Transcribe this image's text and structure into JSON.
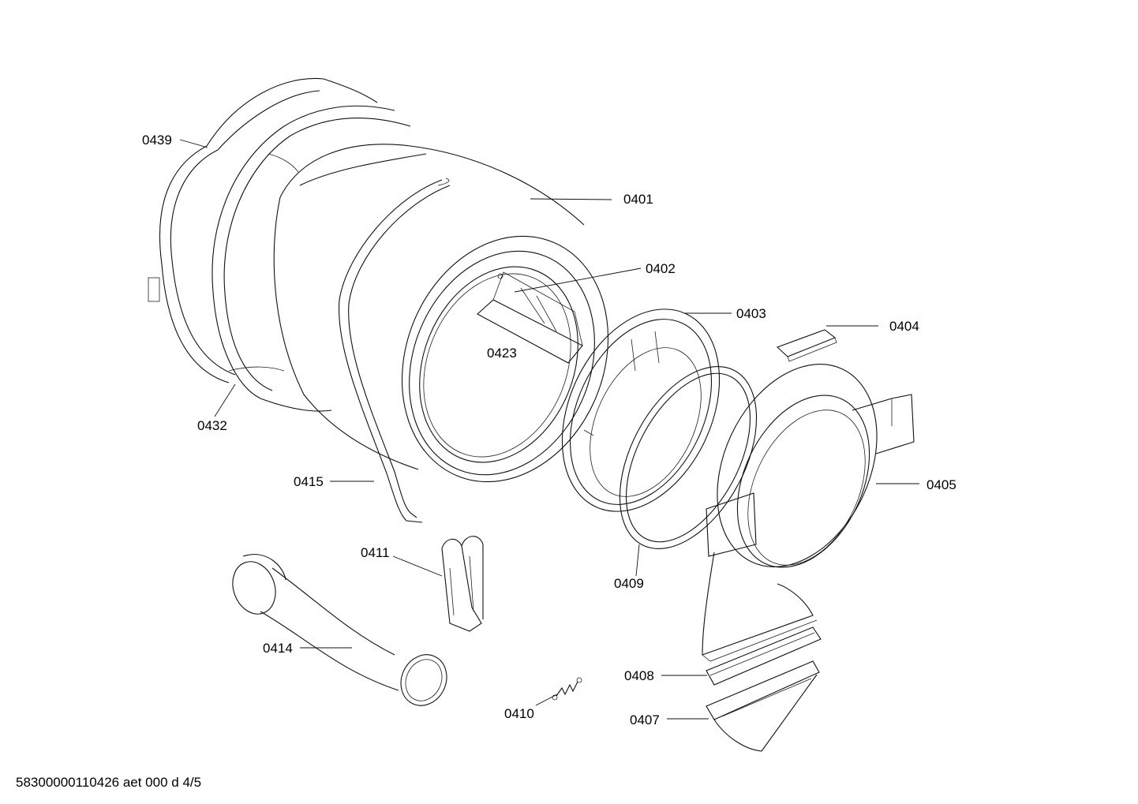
{
  "labels": {
    "p0439": "0439",
    "p0401": "0401",
    "p0402": "0402",
    "p0423": "0423",
    "p0403": "0403",
    "p0404": "0404",
    "p0432": "0432",
    "p0405": "0405",
    "p0415": "0415",
    "p0411": "0411",
    "p0409": "0409",
    "p0414": "0414",
    "p0408": "0408",
    "p0410": "0410",
    "p0407": "0407"
  },
  "footer": "58300000110426 aet 000 d 4/5"
}
